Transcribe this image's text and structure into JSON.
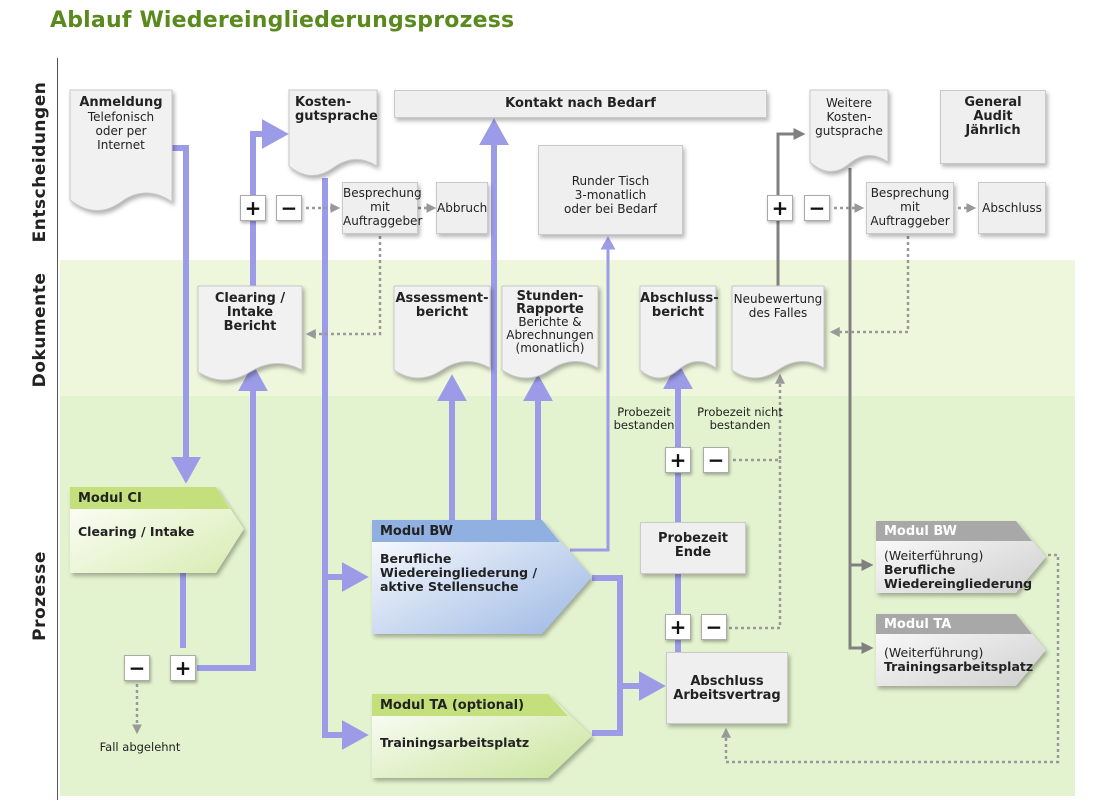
{
  "title": "Ablauf Wiedereingliederungsprozess",
  "lanes": {
    "entscheidungen": "Entscheidungen",
    "dokumente": "Dokumente",
    "prozesse": "Prozesse"
  },
  "boxes": {
    "anmeldung_title": "Anmeldung",
    "anmeldung_sub": "Telefonisch oder per Internet",
    "kostengutsprache": "Kosten-\ngutsprache",
    "kontakt": "Kontakt nach Bedarf",
    "weitere_kosten": "Weitere\nKosten-\ngutsprache",
    "general_audit": "General\nAudit\nJährlich",
    "besprechung1": "Besprechung\nmit\nAuftraggeber",
    "abbruch": "Abbruch",
    "runder_tisch": "Runder Tisch\n3-monatlich\noder bei Bedarf",
    "besprechung2": "Besprechung\nmit\nAuftraggeber",
    "abschluss": "Abschluss",
    "clearing_bericht": "Clearing /\nIntake\nBericht",
    "assessment": "Assessment-\nbericht",
    "stunden_title": "Stunden-\nRapporte",
    "stunden_sub": "Berichte &\nAbrechnungen\n(monatlich)",
    "abschlussbericht": "Abschluss-\nbericht",
    "neubewertung": "Neubewertung\ndes Falles",
    "probezeit_ende": "Probezeit\nEnde",
    "abschluss_av": "Abschluss\nArbeitsvertrag"
  },
  "modules": {
    "ci_header": "Modul CI",
    "ci_body": "Clearing / Intake",
    "bw_header": "Modul BW",
    "bw_body": "Berufliche\nWiedereingliederung /\naktive Stellensuche",
    "ta_header": "Modul TA (optional)",
    "ta_body": "Trainingsarbeitsplatz",
    "bw2_header": "Modul BW",
    "bw2_sub": "(Weiterführung)",
    "bw2_body": "Berufliche\nWiedereingliederung",
    "ta2_header": "Modul TA",
    "ta2_sub": "(Weiterführung)",
    "ta2_body": "Trainingsarbeitsplatz"
  },
  "labels": {
    "probezeit_bestanden": "Probezeit\nbestanden",
    "probezeit_nicht": "Probezeit nicht\nbestanden",
    "fall_abgelehnt": "Fall abgelehnt",
    "plus": "+",
    "minus": "−"
  },
  "colors": {
    "title_green": "#5a8a1e",
    "band_docs": "#eef7dc",
    "band_proc": "#e4f3cf",
    "flow_arrow": "#9b9be8",
    "module_green": "#c3e07c",
    "module_blue": "#8fb0e0",
    "module_grey": "#a8a8a8"
  }
}
